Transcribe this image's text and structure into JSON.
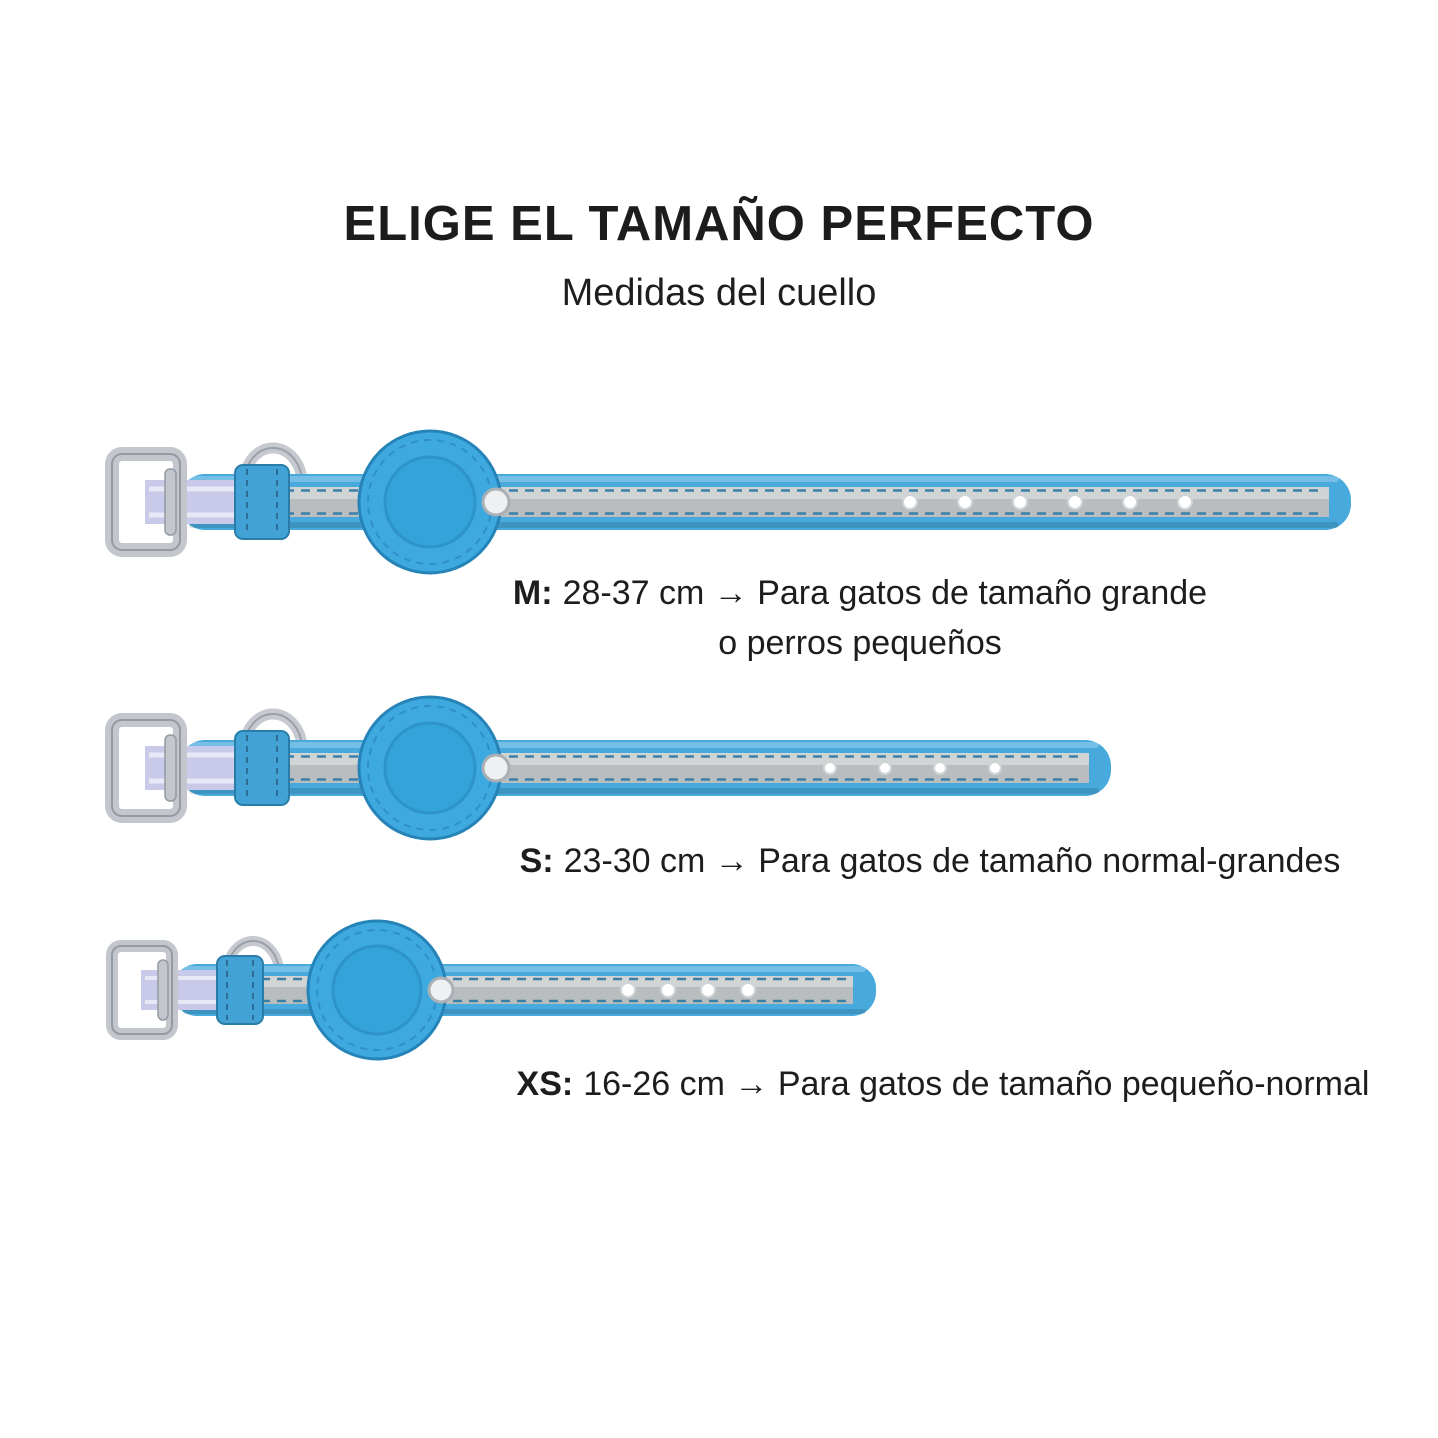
{
  "header": {
    "title": "ELIGE EL TAMAÑO PERFECTO",
    "subtitle": "Medidas del cuello"
  },
  "sizes": [
    {
      "code": "M:",
      "caption": "28-37 cm → Para gatos de tamaño grande",
      "caption_line2": "o perros pequeños"
    },
    {
      "code": "S:",
      "caption": "23-30 cm → Para gatos de tamaño normal-grandes"
    },
    {
      "code": "XS:",
      "caption": "16-26 cm → Para gatos de tamaño pequeño-normal"
    }
  ],
  "colors": {
    "collar_blue": "#47a9dc",
    "stripe_gray": "#b9bdbf",
    "airtag_blue": "#3aa8de",
    "metal_silver": "#c3c7cd",
    "strap_end_lavender": "#c9c9ea",
    "text": "#1d1d1d",
    "background": "#ffffff"
  }
}
